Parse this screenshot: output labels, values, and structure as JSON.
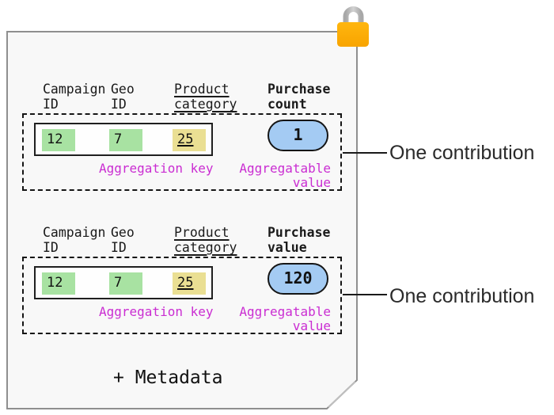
{
  "icons": {
    "lock": "lock-icon"
  },
  "colors": {
    "page_background": "#f8f8f8",
    "page_border": "#8f8f8f",
    "cell_green": "#a8e2a2",
    "cell_yellow": "#eadf93",
    "pill_blue": "#a4cbf3",
    "label_magenta": "#ca2dd2",
    "lock_body_orange": "#fcab02",
    "lock_shackle_gray": "#b5b5b5",
    "connector_black": "#1a1a1a"
  },
  "contributions": [
    {
      "columns": [
        {
          "header_line1": "Campaign",
          "header_line2": "ID",
          "value": "12"
        },
        {
          "header_line1": "Geo",
          "header_line2": "ID",
          "value": "7"
        },
        {
          "header_line1": "Product",
          "header_line2": "category",
          "value": "25"
        }
      ],
      "value_header_line1": "Purchase",
      "value_header_line2": "count",
      "aggregatable_value": "1",
      "aggregation_key_label": "Aggregation key",
      "aggregatable_value_label_line1": "Aggregatable",
      "aggregatable_value_label_line2": "value",
      "annotation": "One contribution"
    },
    {
      "columns": [
        {
          "header_line1": "Campaign",
          "header_line2": "ID",
          "value": "12"
        },
        {
          "header_line1": "Geo",
          "header_line2": "ID",
          "value": "7"
        },
        {
          "header_line1": "Product",
          "header_line2": "category",
          "value": "25"
        }
      ],
      "value_header_line1": "Purchase",
      "value_header_line2": "value",
      "aggregatable_value": "120",
      "aggregation_key_label": "Aggregation key",
      "aggregatable_value_label_line1": "Aggregatable",
      "aggregatable_value_label_line2": "value",
      "annotation": "One contribution"
    }
  ],
  "footer": {
    "metadata_label": "+ Metadata"
  }
}
